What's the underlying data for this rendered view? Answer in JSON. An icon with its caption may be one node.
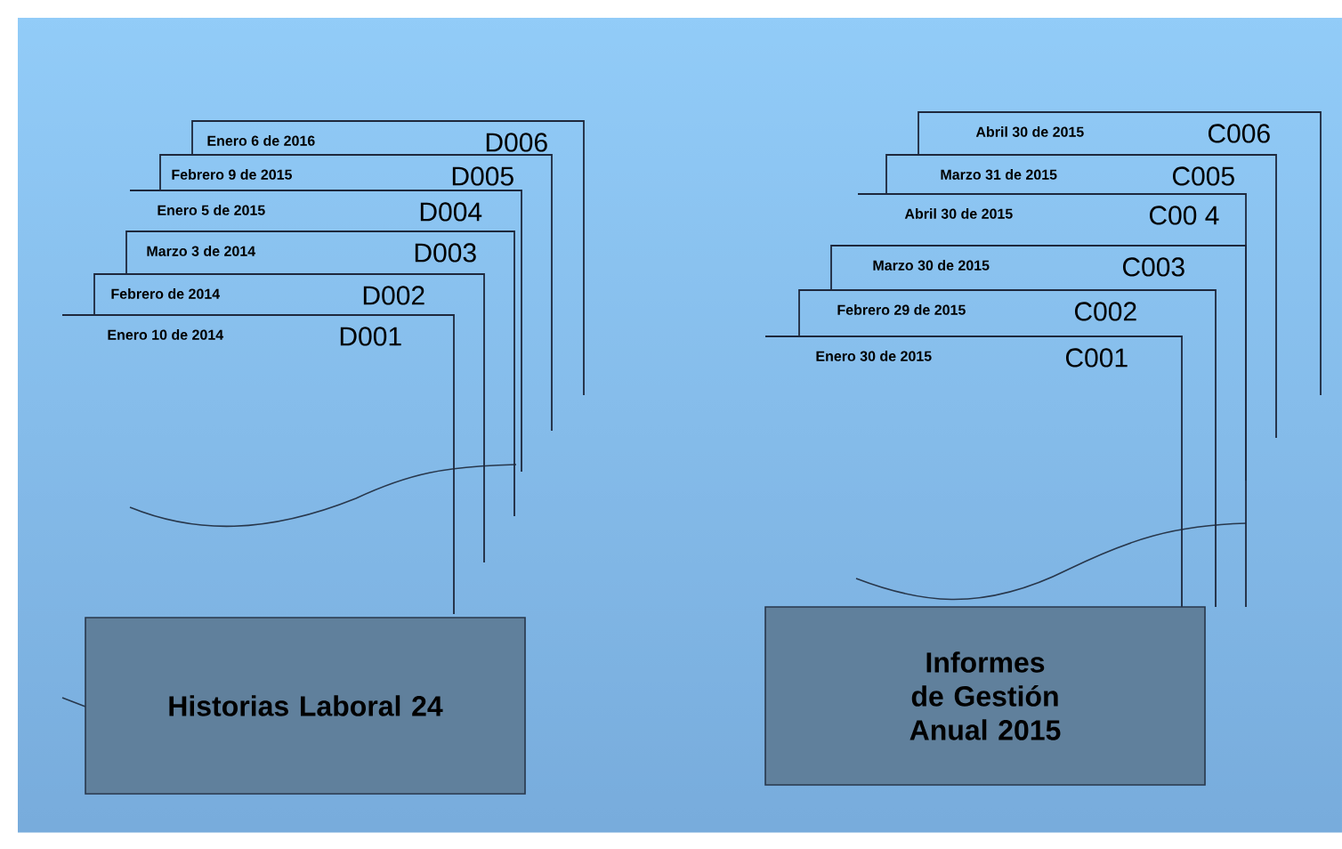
{
  "diagram": {
    "nodes": [
      {
        "text": [
          "Enero 6 de 2016",
          "D006"
        ]
      },
      {
        "text": [
          "Febrero 9 de 2015",
          "D005"
        ]
      },
      {
        "text": [
          "Enero 5 de 2015",
          "D004"
        ]
      },
      {
        "text": [
          "Marzo 3 de 2014",
          "D003"
        ]
      },
      {
        "text": [
          "Febrero  de 2014",
          "D002"
        ]
      },
      {
        "text": [
          "Enero 10 de 2014",
          "D001"
        ]
      },
      {
        "text": [
          "Historias Laboral 24"
        ]
      },
      {
        "text": [
          "Abril 30 de 2015",
          "C006"
        ]
      },
      {
        "text": [
          "Marzo 31 de 2015",
          "C005"
        ]
      },
      {
        "text": [
          "Abril 30 de 2015",
          "C00 4"
        ]
      },
      {
        "text": [
          "Marzo 30 de 2015",
          "C003"
        ]
      },
      {
        "text": [
          "Febrero 29 de 2015",
          "C002"
        ]
      },
      {
        "text": [
          "Enero 30 de 2015",
          "C001"
        ]
      },
      {
        "text": [
          "Informes de Gestión Anual 2015"
        ]
      }
    ]
  }
}
